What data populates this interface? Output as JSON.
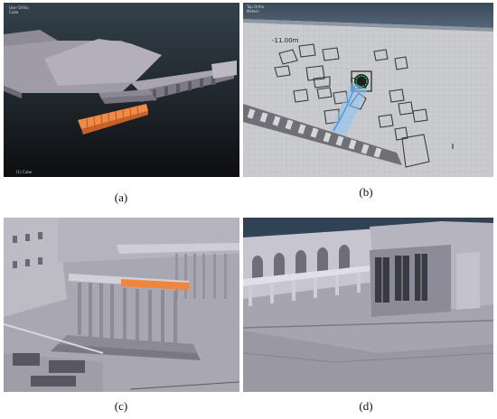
{
  "panels": [
    {
      "id": "a",
      "caption": "(a)",
      "viewport_header": [
        "User Ortho",
        "Cube"
      ],
      "viewport_footer": "(1) Cube"
    },
    {
      "id": "b",
      "caption": "(b)",
      "viewport_header": [
        "Top Ortho",
        "Meters"
      ],
      "scale_label": "-11.00m"
    },
    {
      "id": "c",
      "caption": "(c)"
    },
    {
      "id": "d",
      "caption": "(d)"
    }
  ],
  "colors": {
    "viewport_bg_top": "#2e3b47",
    "viewport_bg_bottom": "#0e0f11",
    "geometry_gray": "#a6a3ad",
    "highlight_orange": "#e9823f",
    "grid_bg": "#c8c8cc",
    "selection_blue": "#6fb3f3"
  }
}
